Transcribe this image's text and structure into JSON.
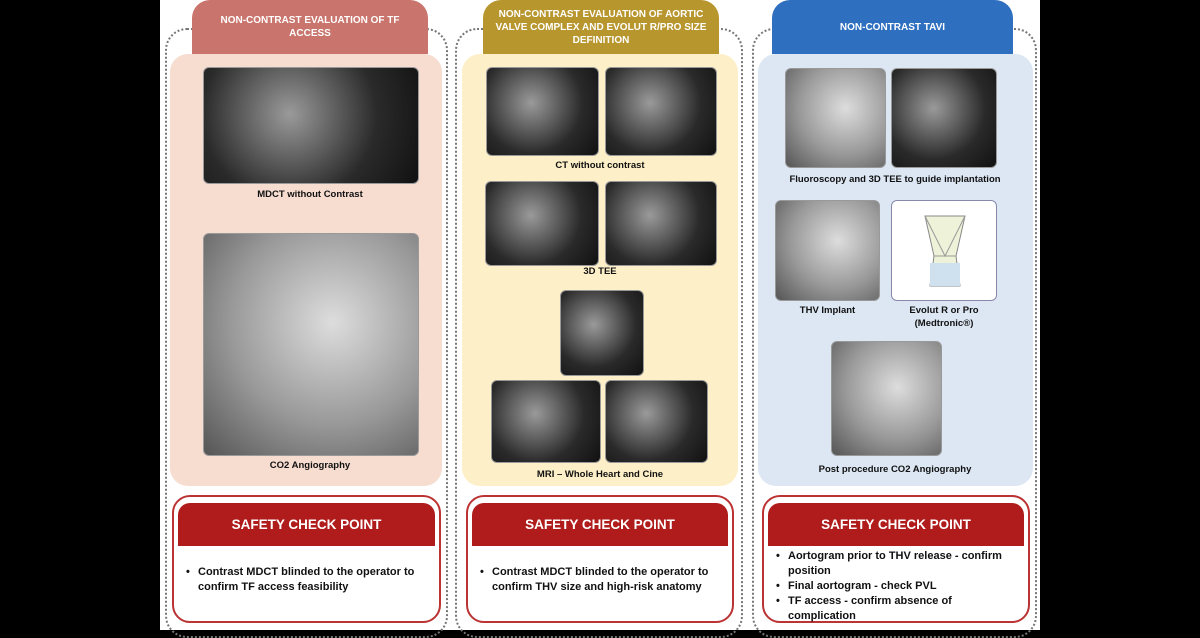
{
  "columns": [
    {
      "title": "NON-CONTRAST EVALUATION OF TF ACCESS",
      "color": "#c9756d",
      "captions": [
        "MDCT without Contrast",
        "CO2 Angiography"
      ],
      "safety": {
        "title": "SAFETY CHECK POINT",
        "items": [
          "Contrast MDCT blinded to the operator to confirm TF access feasibility"
        ]
      }
    },
    {
      "title": "NON-CONTRAST EVALUATION OF AORTIC VALVE COMPLEX AND EVOLUT R/PRO SIZE DEFINITION",
      "color": "#b8962e",
      "captions": [
        "CT without contrast",
        "3D TEE",
        "MRI – Whole Heart and Cine"
      ],
      "safety": {
        "title": "SAFETY CHECK POINT",
        "items": [
          "Contrast MDCT blinded to the operator to confirm THV size and high-risk anatomy"
        ]
      }
    },
    {
      "title": "NON-CONTRAST TAVI",
      "color": "#2e6fbf",
      "captions": [
        "Fluoroscopy and 3D TEE to guide implantation",
        "THV Implant",
        "Evolut R or Pro (Medtronic®)",
        "Post procedure CO2 Angiography"
      ],
      "safety": {
        "title": "SAFETY CHECK POINT",
        "items": [
          "Aortogram prior to THV release - confirm position",
          "Final aortogram - check PVL",
          "TF access - confirm absence of complication"
        ]
      }
    }
  ]
}
